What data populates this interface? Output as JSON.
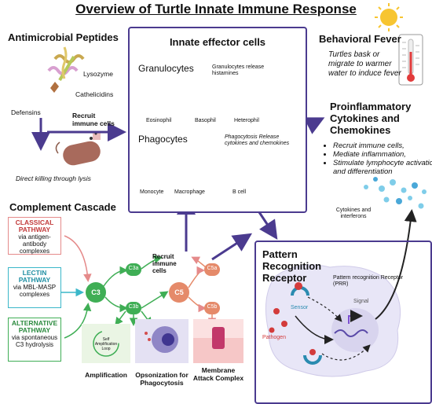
{
  "title": "Overview of Turtle Innate Immune Response",
  "amp": {
    "heading": "Antimicrobial Peptides",
    "lysozyme": "Lysozyme",
    "cathelicidins": "Cathelicidins",
    "defensins": "Defensins",
    "recruit": "Recruit immune cells",
    "killing": "Direct killing through lysis"
  },
  "effector": {
    "heading": "Innate effector cells",
    "granulocytes": "Granulocytes",
    "gran_note": "Granulocytes release histamines",
    "eosinophil": "Eosinophil",
    "basophil": "Basophil",
    "heterophil": "Heterophil",
    "phagocytes": "Phagocytes",
    "phago_note": "Phagocytosis Release cytokines and chemokines",
    "monocyte": "Monocyte",
    "macrophage": "Macrophage",
    "bcell": "B cell"
  },
  "fever": {
    "heading": "Behavioral Fever",
    "text": "Turtles bask or migrate to warmer water to induce fever"
  },
  "cytokines": {
    "heading": "Proinflammatory Cytokines and Chemokines",
    "bullets": [
      "Recruit immune cells,",
      "Mediate inflammation,",
      "Stimulate lymphocyte activation and differentiation"
    ],
    "label": "Cytokines and interferons"
  },
  "complement": {
    "heading": "Complement Cascade",
    "classical_title": "CLASSICAL PATHWAY",
    "classical_sub": "via antigen-antibody complexes",
    "lectin_title": "LECTIN PATHWAY",
    "lectin_sub": "via MBL-MASP complexes",
    "alt_title": "ALTERNATIVE PATHWAY",
    "alt_sub": "via spontaneous C3 hydrolysis",
    "c3": "C3",
    "c3a": "C3a",
    "c3b": "C3b",
    "c5": "C5",
    "c5a": "C5a",
    "c5b": "C5b",
    "recruit": "Recruit immune cells",
    "loop": "Self Amplification Loop",
    "amplification": "Amplification",
    "opsonization": "Opsonization for Phagocytosis",
    "mac": "Membrane Attack Complex"
  },
  "prr": {
    "heading": "Pattern Recognition Receptor",
    "receptor_label": "Pattern recognition Receptor (PRR)",
    "sensor": "Sensor",
    "signal": "Signal",
    "pathogen": "Pathogen"
  },
  "colors": {
    "accent": "#4b3b8f",
    "classical": "#e58a8a",
    "lectin": "#3ab7c9",
    "alternative": "#3fae55",
    "cell_bg": "#e8e6f7"
  }
}
